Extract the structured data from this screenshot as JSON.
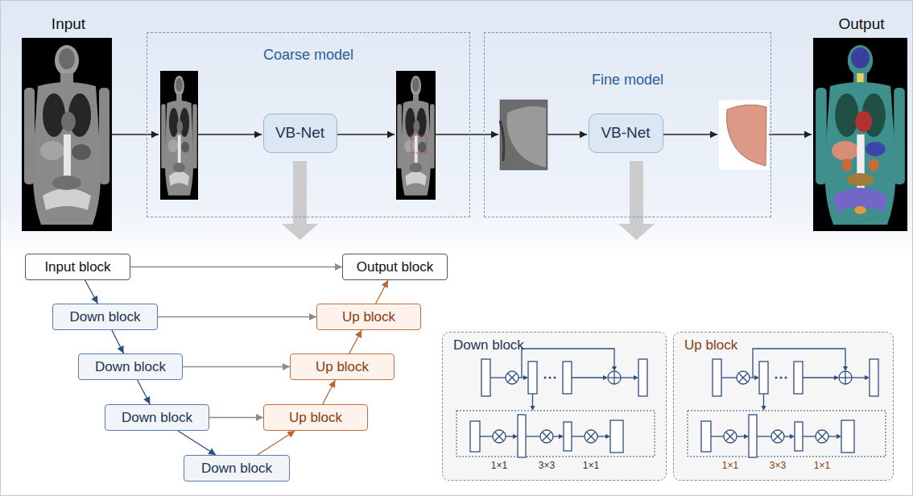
{
  "diagram": {
    "nodes": [
      {
        "text": [
          "Coarse model"
        ]
      },
      {
        "text": [
          "VB-Net"
        ],
        "in": 0
      },
      {
        "text": [
          "Fine model"
        ]
      },
      {
        "text": [
          "VB-Net"
        ],
        "in": 2
      },
      {
        "text": [
          "Input block"
        ]
      },
      {
        "text": [
          "Output block"
        ]
      },
      {
        "text": [
          "Down block"
        ]
      },
      {
        "text": [
          "Up block"
        ]
      },
      {
        "text": [
          "Down block"
        ]
      },
      {
        "text": [
          "Up block"
        ]
      },
      {
        "text": [
          "Down block"
        ]
      },
      {
        "text": [
          "Up block"
        ]
      },
      {
        "text": [
          "Down block"
        ]
      },
      {
        "text": [
          "Down block"
        ]
      },
      {
        "text": [
          "Up block"
        ]
      }
    ],
    "edges": [
      {
        "from": 4,
        "to": 6,
        "arrow": "to"
      },
      {
        "from": 6,
        "to": 8,
        "arrow": "to"
      },
      {
        "from": 8,
        "to": 10,
        "arrow": "to"
      },
      {
        "from": 10,
        "to": 12,
        "arrow": "to"
      },
      {
        "from": 12,
        "to": 11,
        "arrow": "to"
      },
      {
        "from": 11,
        "to": 9,
        "arrow": "to"
      },
      {
        "from": 9,
        "to": 7,
        "arrow": "to"
      },
      {
        "from": 7,
        "to": 5,
        "arrow": "to"
      },
      {
        "from": 4,
        "to": 5,
        "arrow": "to"
      },
      {
        "from": 6,
        "to": 7,
        "arrow": "to"
      },
      {
        "from": 8,
        "to": 9,
        "arrow": "to"
      },
      {
        "from": 10,
        "to": 11,
        "arrow": "to"
      }
    ],
    "labels": [
      "Input",
      "Output",
      "1×1",
      "3×3",
      "1×1",
      "1×1",
      "3×3",
      "1×1"
    ]
  }
}
